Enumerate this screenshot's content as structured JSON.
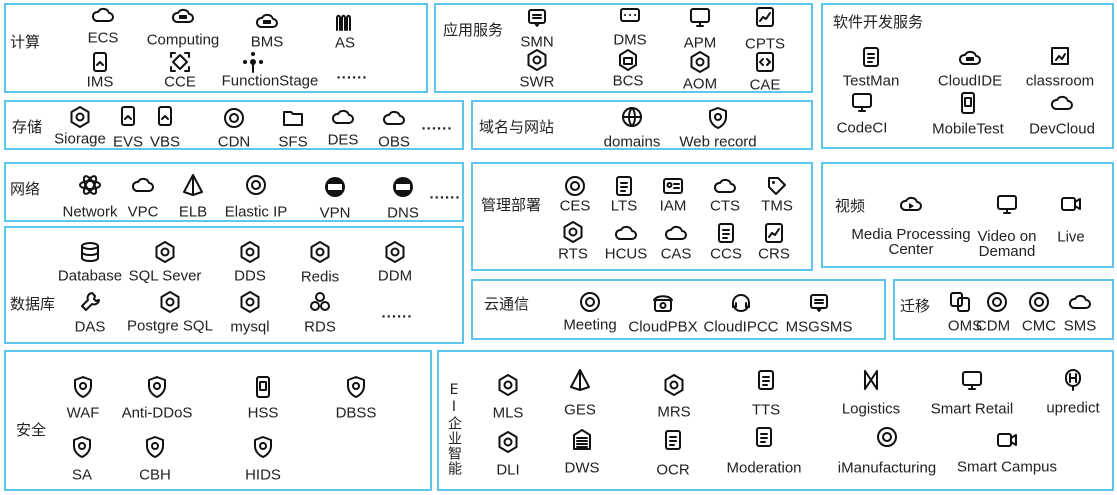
{
  "groups": [
    {
      "title": "计算",
      "items": [
        {
          "label": "ECS",
          "icon": "cloud-icon"
        },
        {
          "label": "Computing",
          "icon": "cloud-chip-icon"
        },
        {
          "label": "BMS",
          "icon": "cloud-chip-icon"
        },
        {
          "label": "AS",
          "icon": "scaling-icon"
        },
        {
          "label": "IMS",
          "icon": "image-doc-icon"
        },
        {
          "label": "CCE",
          "icon": "container-icon"
        },
        {
          "label": "FunctionStage",
          "icon": "function-icon"
        }
      ],
      "more": "......"
    },
    {
      "title": "应用服务",
      "items": [
        {
          "label": "SMN",
          "icon": "message-icon"
        },
        {
          "label": "DMS",
          "icon": "queue-icon"
        },
        {
          "label": "APM",
          "icon": "monitor-icon"
        },
        {
          "label": "CPTS",
          "icon": "chart-icon"
        },
        {
          "label": "SWR",
          "icon": "hexagon-icon"
        },
        {
          "label": "BCS",
          "icon": "blockchain-icon"
        },
        {
          "label": "AOM",
          "icon": "hexagon-icon"
        },
        {
          "label": "CAE",
          "icon": "code-icon"
        }
      ]
    },
    {
      "title": "软件开发服务",
      "items": [
        {
          "label": "TestMan",
          "icon": "doc-icon"
        },
        {
          "label": "CloudIDE",
          "icon": "cloud-chip-icon"
        },
        {
          "label": "classroom",
          "icon": "board-icon"
        },
        {
          "label": "CodeCI",
          "icon": "monitor-icon"
        },
        {
          "label": "MobileTest",
          "icon": "mobile-icon"
        },
        {
          "label": "DevCloud",
          "icon": "cloud-icon"
        }
      ]
    },
    {
      "title": "存储",
      "items": [
        {
          "label": "Siorage",
          "icon": "hexagon-icon"
        },
        {
          "label": "EVS",
          "icon": "image-doc-icon"
        },
        {
          "label": "VBS",
          "icon": "image-doc-icon"
        },
        {
          "label": "CDN",
          "icon": "circle-icon"
        },
        {
          "label": "SFS",
          "icon": "folder-icon"
        },
        {
          "label": "DES",
          "icon": "cloud-icon"
        },
        {
          "label": "OBS",
          "icon": "cloud-icon"
        }
      ],
      "more": "......"
    },
    {
      "title": "域名与网站",
      "items": [
        {
          "label": "domains",
          "icon": "globe-icon"
        },
        {
          "label": "Web record",
          "icon": "shield-icon"
        }
      ]
    },
    {
      "title": "网络",
      "items": [
        {
          "label": "Network",
          "icon": "atom-icon"
        },
        {
          "label": "VPC",
          "icon": "cloud-icon"
        },
        {
          "label": "ELB",
          "icon": "pyramid-icon"
        },
        {
          "label": "Elastic IP",
          "icon": "circle-icon"
        },
        {
          "label": "VPN",
          "icon": "circle-filled-icon"
        },
        {
          "label": "DNS",
          "icon": "circle-filled-icon"
        }
      ],
      "more": "......"
    },
    {
      "title": "管理部署",
      "items": [
        {
          "label": "CES",
          "icon": "circle-icon"
        },
        {
          "label": "LTS",
          "icon": "doc-icon"
        },
        {
          "label": "IAM",
          "icon": "id-card-icon"
        },
        {
          "label": "CTS",
          "icon": "cloud-icon"
        },
        {
          "label": "TMS",
          "icon": "tag-icon"
        },
        {
          "label": "RTS",
          "icon": "hexagon-icon"
        },
        {
          "label": "HCUS",
          "icon": "cloud-icon"
        },
        {
          "label": "CAS",
          "icon": "cloud-icon"
        },
        {
          "label": "CCS",
          "icon": "doc-icon"
        },
        {
          "label": "CRS",
          "icon": "chart-icon"
        }
      ]
    },
    {
      "title": "视频",
      "items": [
        {
          "label": "Media Processing Center",
          "icon": "cloud-play-icon"
        },
        {
          "label": "Video on Demand",
          "icon": "monitor-icon"
        },
        {
          "label": "Live",
          "icon": "camera-icon"
        }
      ]
    },
    {
      "title": "数据库",
      "items": [
        {
          "label": "Database",
          "icon": "database-icon"
        },
        {
          "label": "SQL Sever",
          "icon": "hexagon-icon"
        },
        {
          "label": "DDS",
          "icon": "hexagon-icon"
        },
        {
          "label": "Redis",
          "icon": "hexagon-icon"
        },
        {
          "label": "DDM",
          "icon": "hexagon-icon"
        },
        {
          "label": "DAS",
          "icon": "wrench-icon"
        },
        {
          "label": "Postgre SQL",
          "icon": "hexagon-icon"
        },
        {
          "label": "mysql",
          "icon": "hexagon-icon"
        },
        {
          "label": "RDS",
          "icon": "circles-icon"
        }
      ],
      "more": "......"
    },
    {
      "title": "云通信",
      "items": [
        {
          "label": "Meeting",
          "icon": "circle-icon"
        },
        {
          "label": "CloudPBX",
          "icon": "phone-icon"
        },
        {
          "label": "CloudIPCC",
          "icon": "headset-icon"
        },
        {
          "label": "MSGSMS",
          "icon": "message-icon"
        }
      ]
    },
    {
      "title": "迁移",
      "items": [
        {
          "label": "OMS",
          "icon": "migrate-icon"
        },
        {
          "label": "CDM",
          "icon": "circle-icon"
        },
        {
          "label": "CMC",
          "icon": "circle-icon"
        },
        {
          "label": "SMS",
          "icon": "cloud-icon"
        }
      ]
    },
    {
      "title": "安全",
      "items": [
        {
          "label": "WAF",
          "icon": "shield-icon"
        },
        {
          "label": "Anti-DDoS",
          "icon": "shield-icon"
        },
        {
          "label": "HSS",
          "icon": "mobile-icon"
        },
        {
          "label": "DBSS",
          "icon": "shield-icon"
        },
        {
          "label": "SA",
          "icon": "shield-icon"
        },
        {
          "label": "CBH",
          "icon": "shield-icon"
        },
        {
          "label": "HIDS",
          "icon": "shield-icon"
        }
      ]
    },
    {
      "title": "EI企业智能",
      "items": [
        {
          "label": "MLS",
          "icon": "hexagon-icon"
        },
        {
          "label": "GES",
          "icon": "pyramid-icon"
        },
        {
          "label": "MRS",
          "icon": "hexagon-icon"
        },
        {
          "label": "TTS",
          "icon": "doc-icon"
        },
        {
          "label": "Logistics",
          "icon": "route-icon"
        },
        {
          "label": "Smart Retail",
          "icon": "monitor-icon"
        },
        {
          "label": "upredict",
          "icon": "brain-icon"
        },
        {
          "label": "DLI",
          "icon": "hexagon-icon"
        },
        {
          "label": "DWS",
          "icon": "warehouse-icon"
        },
        {
          "label": "OCR",
          "icon": "doc-icon"
        },
        {
          "label": "Moderation",
          "icon": "doc-icon"
        },
        {
          "label": "iManufacturing",
          "icon": "circle-icon"
        },
        {
          "label": "Smart Campus",
          "icon": "camera-icon"
        }
      ]
    }
  ]
}
